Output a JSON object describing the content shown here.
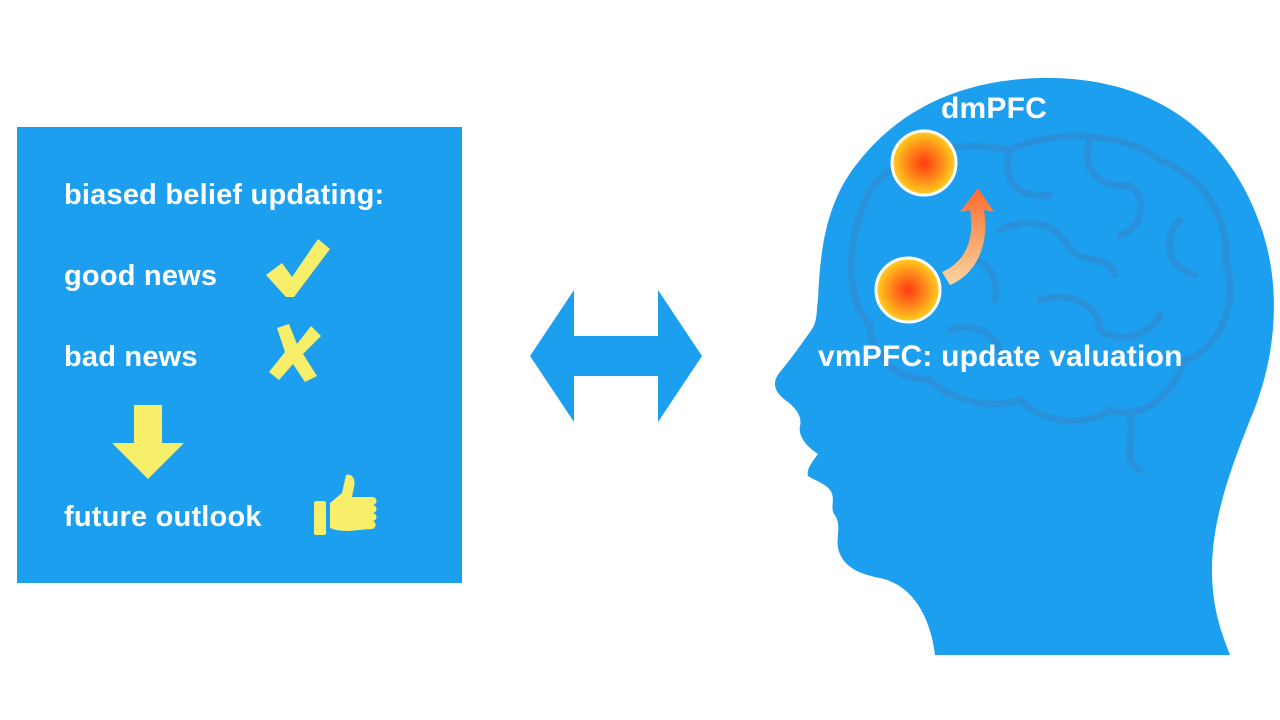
{
  "panel": {
    "heading": "biased belief updating:",
    "good_news": "good news",
    "bad_news": "bad news",
    "future_outlook": "future outlook",
    "icons": [
      "check-icon",
      "cross-icon",
      "down-arrow-icon",
      "thumbs-up-icon"
    ]
  },
  "head": {
    "dmpfc_label": "dmPFC",
    "vmpfc_label": "vmPFC: update valuation",
    "icons": [
      "head-silhouette-icon",
      "brain-icon",
      "activation-spot-icon",
      "curved-arrow-icon"
    ]
  },
  "connector": {
    "icon": "double-arrow-icon"
  },
  "colors": {
    "blue": "#1d9ff0",
    "yellow": "#f7ef6a",
    "brain_line": "#2a8fd8",
    "spot_center": "#ff3a10",
    "spot_edge": "#ffd21e",
    "arrow_orange": "#ff6a2a",
    "white": "#ffffff"
  }
}
